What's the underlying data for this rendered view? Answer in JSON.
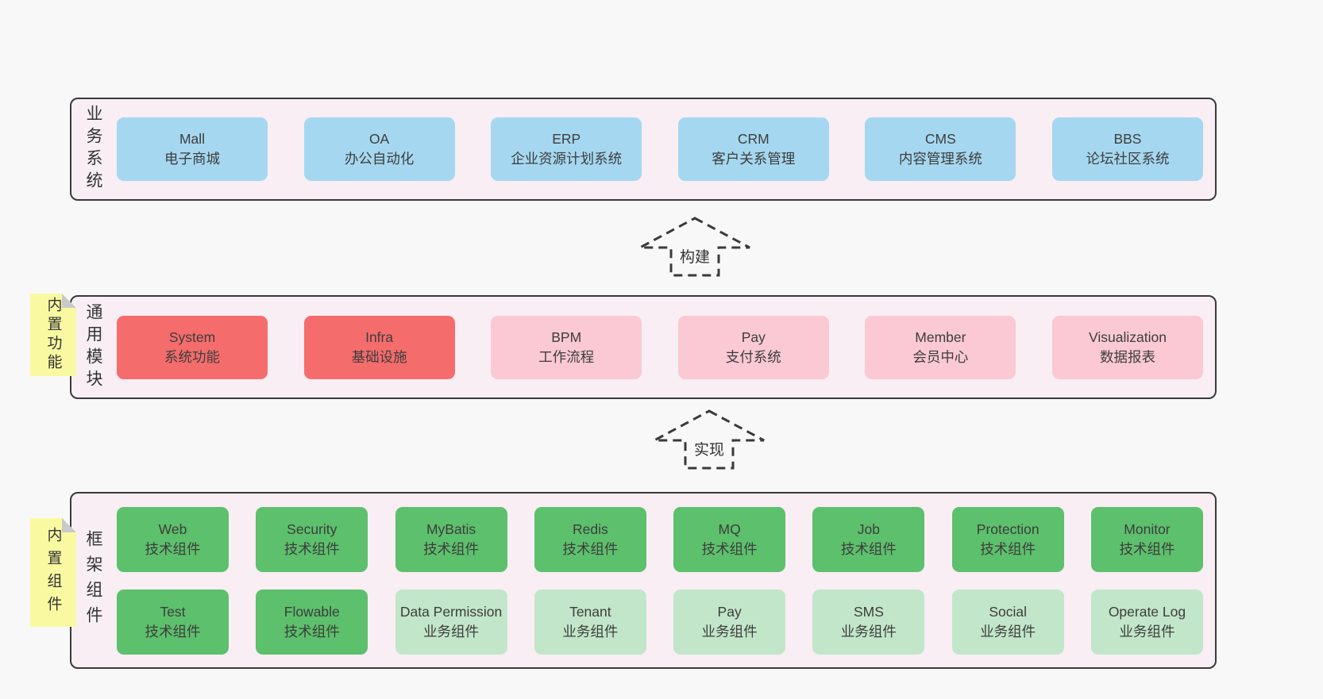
{
  "colors": {
    "page_bg": "#f8f8f8",
    "layer_bg": "#f8eef4",
    "layer_border": "#3a3a3a",
    "blue_box": "#a5d8f0",
    "red_box": "#f56c6c",
    "pink_box": "#fac9d3",
    "green_box": "#5dc06c",
    "green_light_box": "#c2e6c9",
    "note_bg": "#f9f9a2",
    "note_fold": "#c9c9c9",
    "text": "#3d3d3d"
  },
  "arrows": [
    {
      "label": "构建"
    },
    {
      "label": "实现"
    }
  ],
  "layers": [
    {
      "id": "business-systems",
      "label_vertical": "业务系统",
      "boxes": [
        {
          "name": "Mall",
          "desc": "电子商城"
        },
        {
          "name": "OA",
          "desc": "办公自动化"
        },
        {
          "name": "ERP",
          "desc": "企业资源计划系统"
        },
        {
          "name": "CRM",
          "desc": "客户关系管理"
        },
        {
          "name": "CMS",
          "desc": "内容管理系统"
        },
        {
          "name": "BBS",
          "desc": "论坛社区系统"
        }
      ]
    },
    {
      "id": "common-modules",
      "label_vertical": "通用模块",
      "note": "内置功能",
      "boxes": [
        {
          "name": "System",
          "desc": "系统功能"
        },
        {
          "name": "Infra",
          "desc": "基础设施"
        },
        {
          "name": "BPM",
          "desc": "工作流程"
        },
        {
          "name": "Pay",
          "desc": "支付系统"
        },
        {
          "name": "Member",
          "desc": "会员中心"
        },
        {
          "name": "Visualization",
          "desc": "数据报表"
        }
      ]
    },
    {
      "id": "framework-components",
      "label_vertical": "框架组件",
      "note": "内置组件",
      "rows": [
        [
          {
            "name": "Web",
            "desc": "技术组件"
          },
          {
            "name": "Security",
            "desc": "技术组件"
          },
          {
            "name": "MyBatis",
            "desc": "技术组件"
          },
          {
            "name": "Redis",
            "desc": "技术组件"
          },
          {
            "name": "MQ",
            "desc": "技术组件"
          },
          {
            "name": "Job",
            "desc": "技术组件"
          },
          {
            "name": "Protection",
            "desc": "技术组件"
          },
          {
            "name": "Monitor",
            "desc": "技术组件"
          }
        ],
        [
          {
            "name": "Test",
            "desc": "技术组件"
          },
          {
            "name": "Flowable",
            "desc": "技术组件"
          },
          {
            "name": "Data Permission",
            "desc": "业务组件"
          },
          {
            "name": "Tenant",
            "desc": "业务组件"
          },
          {
            "name": "Pay",
            "desc": "业务组件"
          },
          {
            "name": "SMS",
            "desc": "业务组件"
          },
          {
            "name": "Social",
            "desc": "业务组件"
          },
          {
            "name": "Operate Log",
            "desc": "业务组件"
          }
        ]
      ]
    }
  ]
}
